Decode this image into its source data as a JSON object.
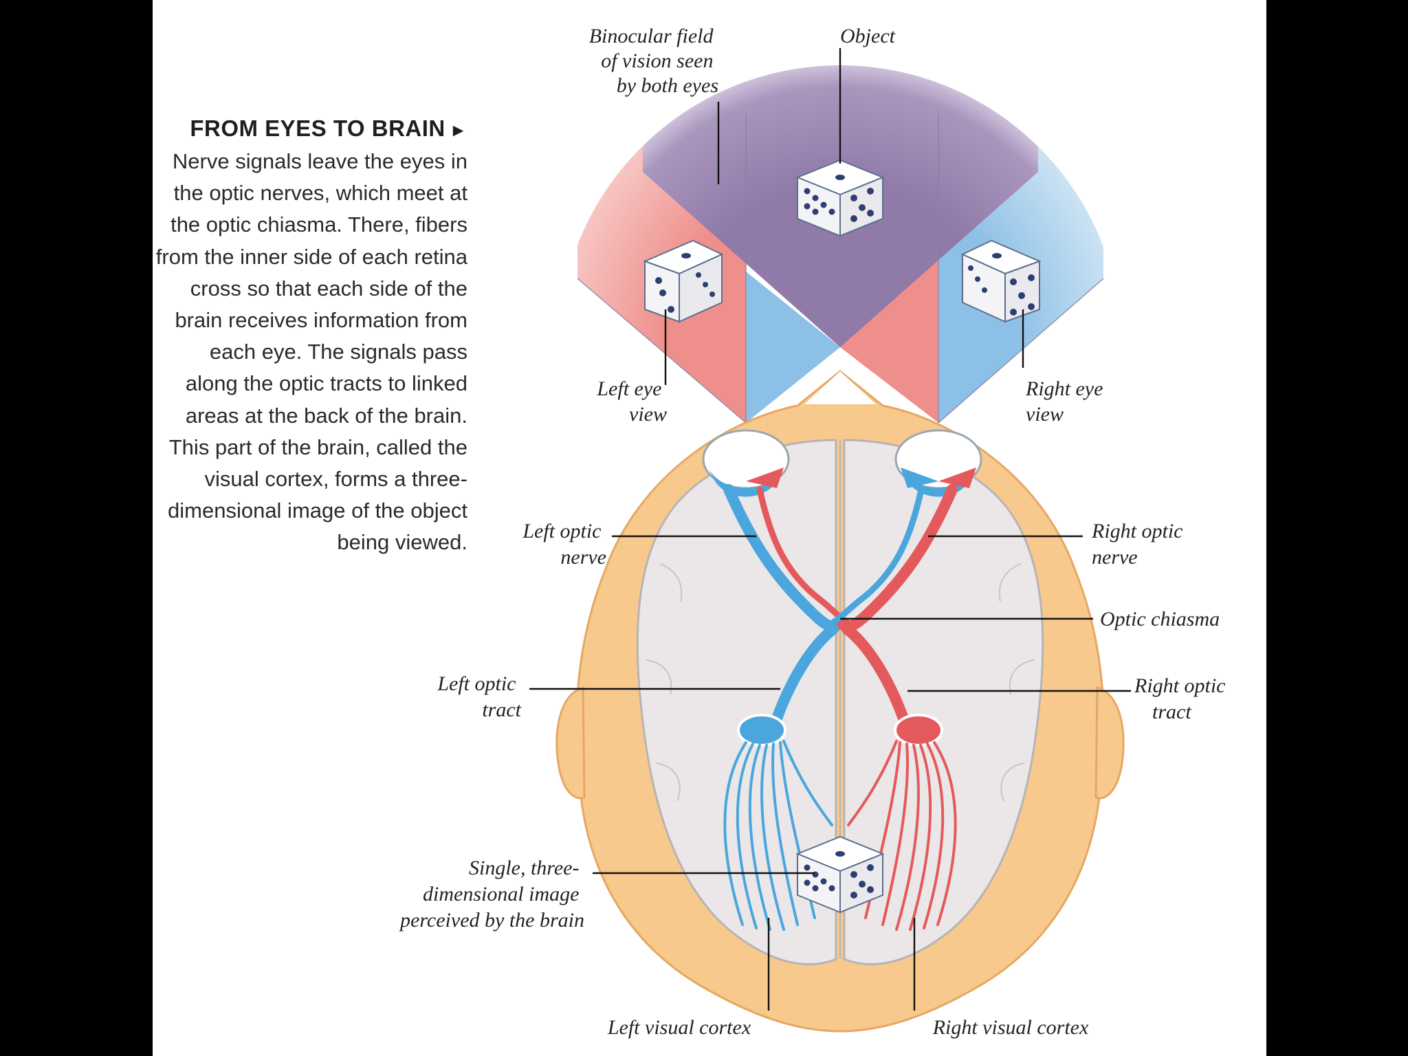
{
  "caption": {
    "title": "FROM EYES TO BRAIN",
    "arrow": "►",
    "body": "Nerve signals leave the eyes in the optic nerves, which meet at the optic chiasma. There, fibers from the inner side of each retina cross so that each side of the brain receives information from each eye. The signals pass along the optic tracts to linked areas at the back of the brain. This part of the brain, called the visual cortex, forms a three-dimensional image of the object being viewed."
  },
  "labels": {
    "binocular": [
      "Binocular field",
      "of vision seen",
      "by both eyes"
    ],
    "object": [
      "Object"
    ],
    "left_eye_view": [
      "Left eye",
      "view"
    ],
    "right_eye_view": [
      "Right eye",
      "view"
    ],
    "left_optic_nerve": [
      "Left optic",
      "nerve"
    ],
    "right_optic_nerve": [
      "Right optic",
      "nerve"
    ],
    "optic_chiasma": [
      "Optic chiasma"
    ],
    "left_optic_tract": [
      "Left optic",
      "tract"
    ],
    "right_optic_tract": [
      "Right optic",
      "tract"
    ],
    "single_image": [
      "Single, three-",
      "dimensional image",
      "perceived by the brain"
    ],
    "left_visual_cortex": [
      "Left visual cortex"
    ],
    "right_visual_cortex": [
      "Right visual cortex"
    ]
  },
  "colors": {
    "background": "#000000",
    "panel": "#ffffff",
    "binocular_field": "#8f7aa8",
    "left_eye_field": "#ef8f8c",
    "right_eye_field": "#8cc0e6",
    "nerve_blue": "#4aa6dd",
    "nerve_red": "#e45a5c",
    "skull": "#f7c98d",
    "brain": "#ebe7e8"
  }
}
